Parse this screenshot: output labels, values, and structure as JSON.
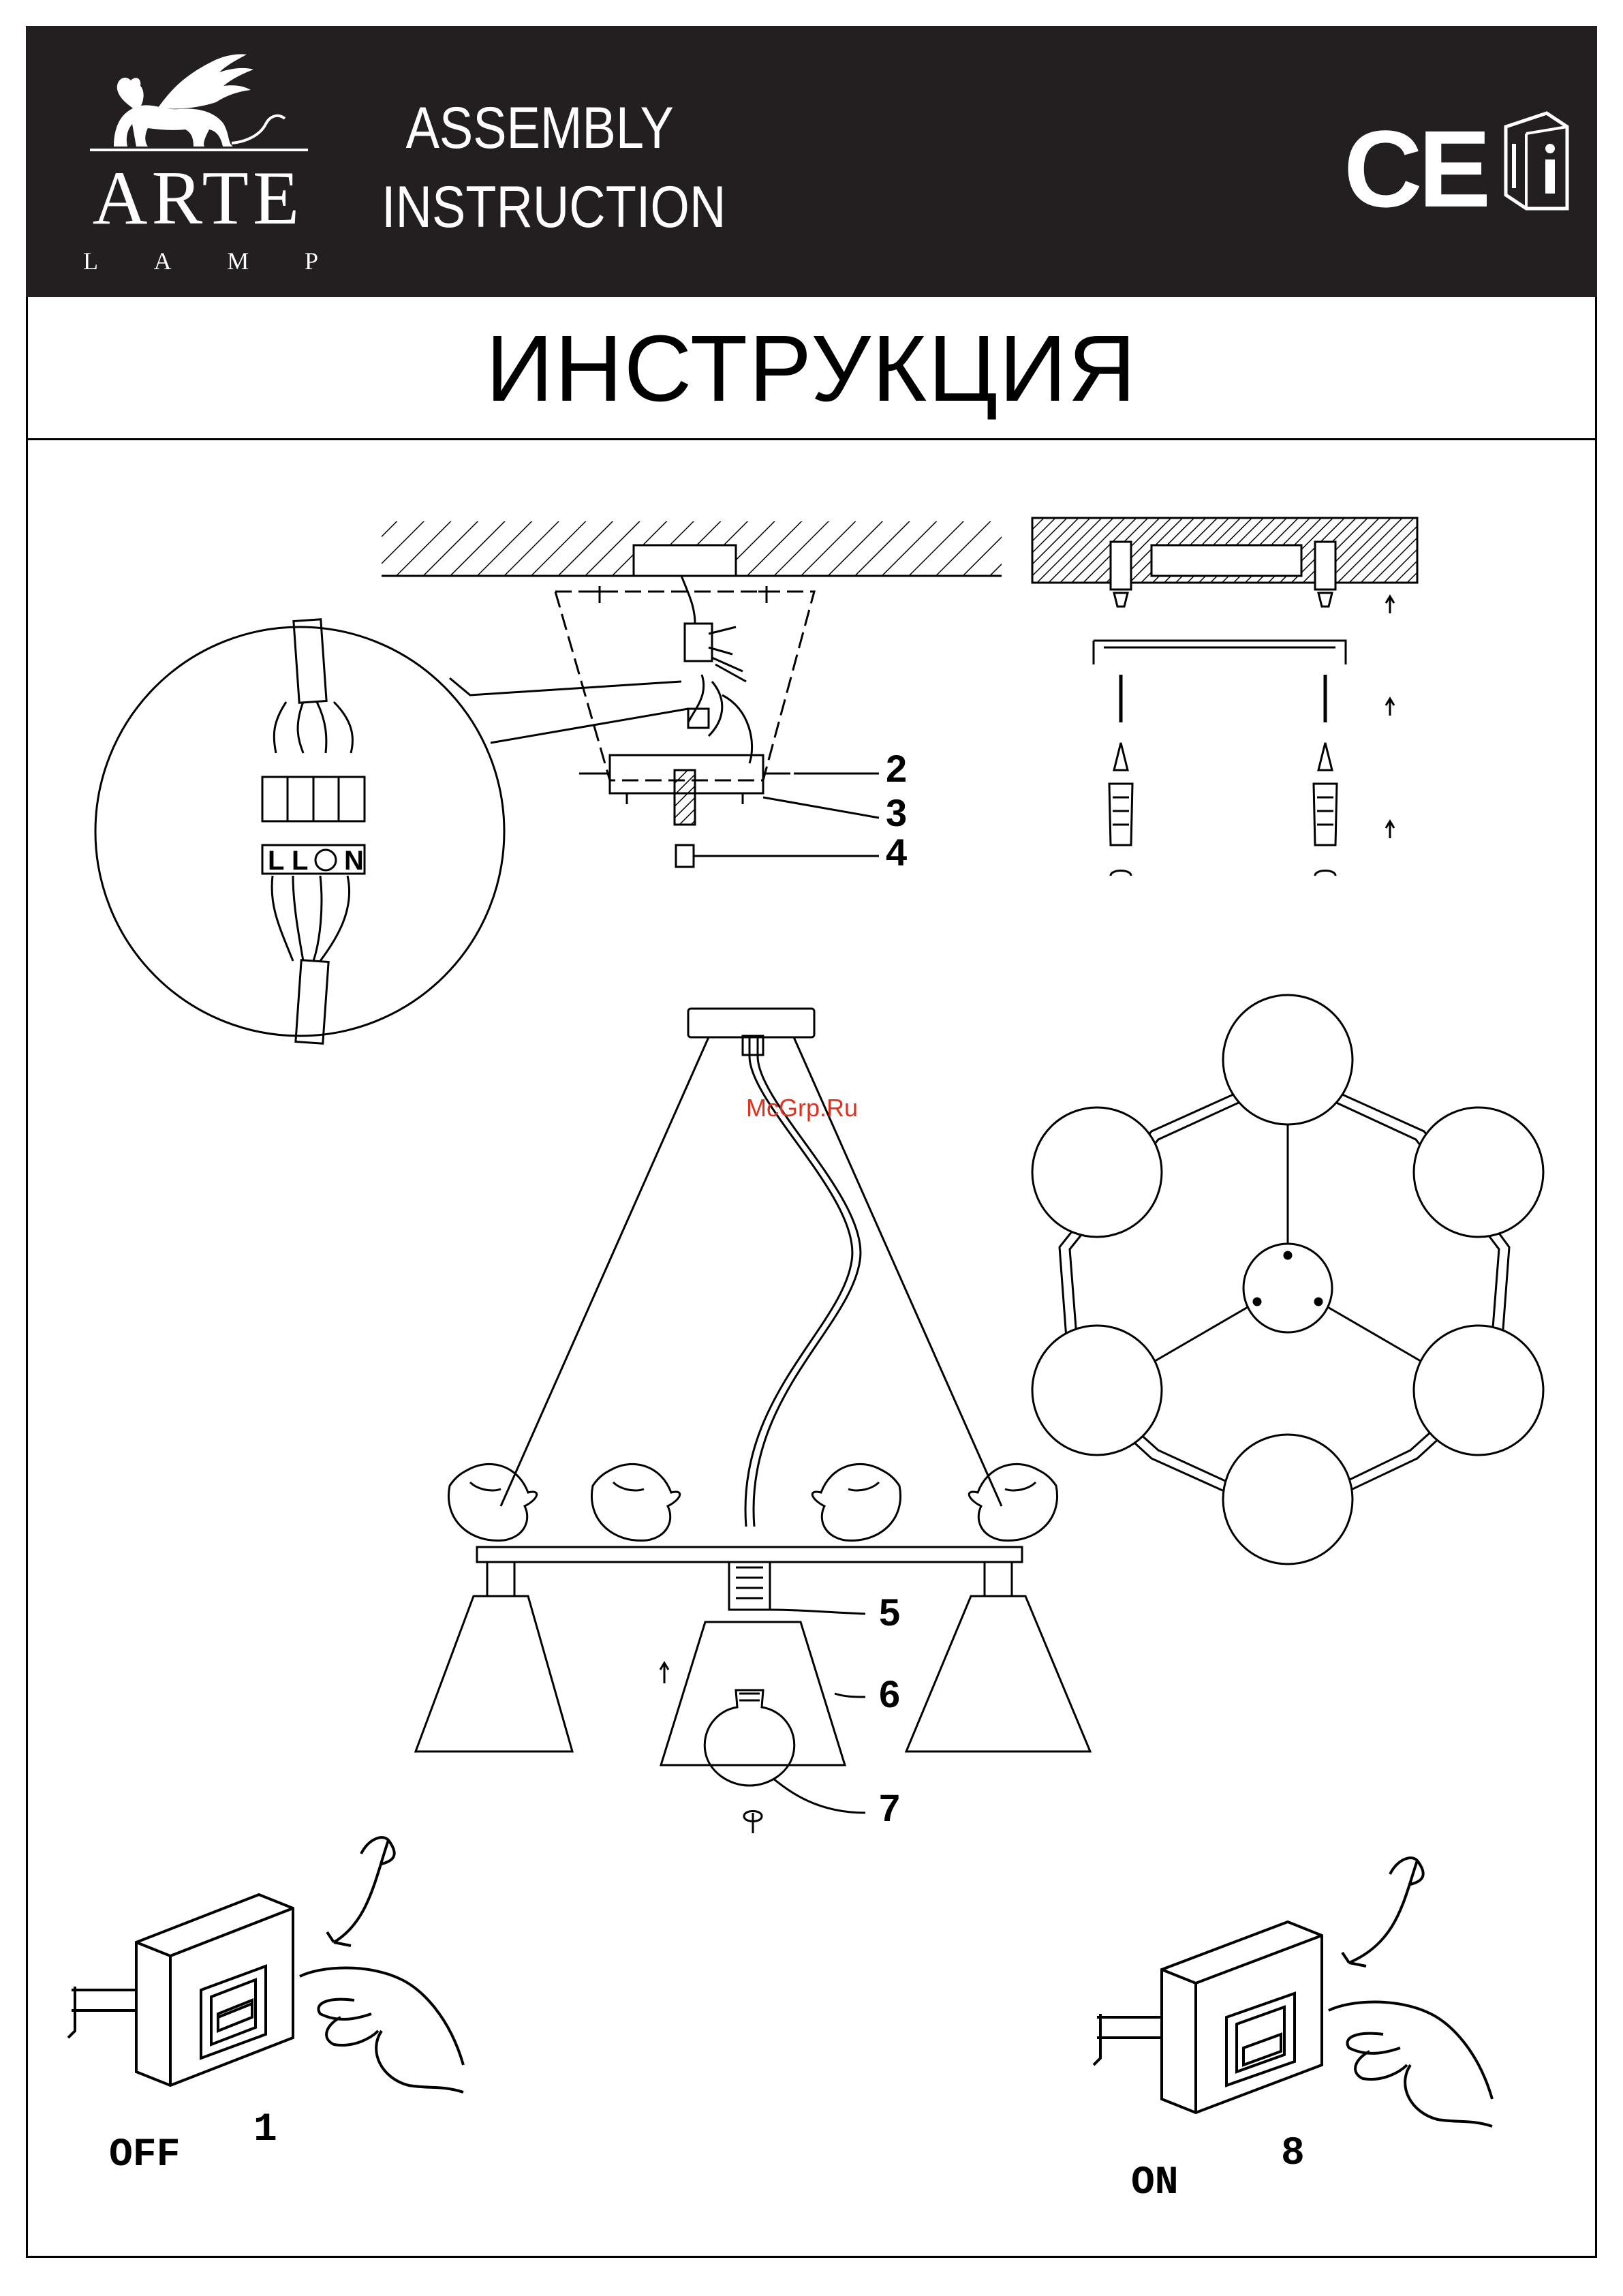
{
  "header": {
    "brand": "ARTE",
    "brand_sub": [
      "L",
      "A",
      "M",
      "P"
    ],
    "assembly_line1": "ASSEMBLY",
    "assembly_line2": "INSTRUCTION",
    "ce_mark": "CE",
    "icons": [
      "griffin-logo-icon",
      "ce-mark-icon",
      "manual-info-icon"
    ],
    "background_color": "#231f20",
    "text_color": "#ffffff"
  },
  "title": "ИНСТРУКЦИЯ",
  "callouts": {
    "n2": "2",
    "n3": "3",
    "n4": "4",
    "n5": "5",
    "n6": "6",
    "n7": "7"
  },
  "terminal": {
    "labels": [
      "L",
      "L",
      "N"
    ]
  },
  "watermark": "McGrp.Ru",
  "switches": {
    "off_label": "OFF",
    "off_step": "1",
    "on_label": "ON",
    "on_step": "8"
  }
}
